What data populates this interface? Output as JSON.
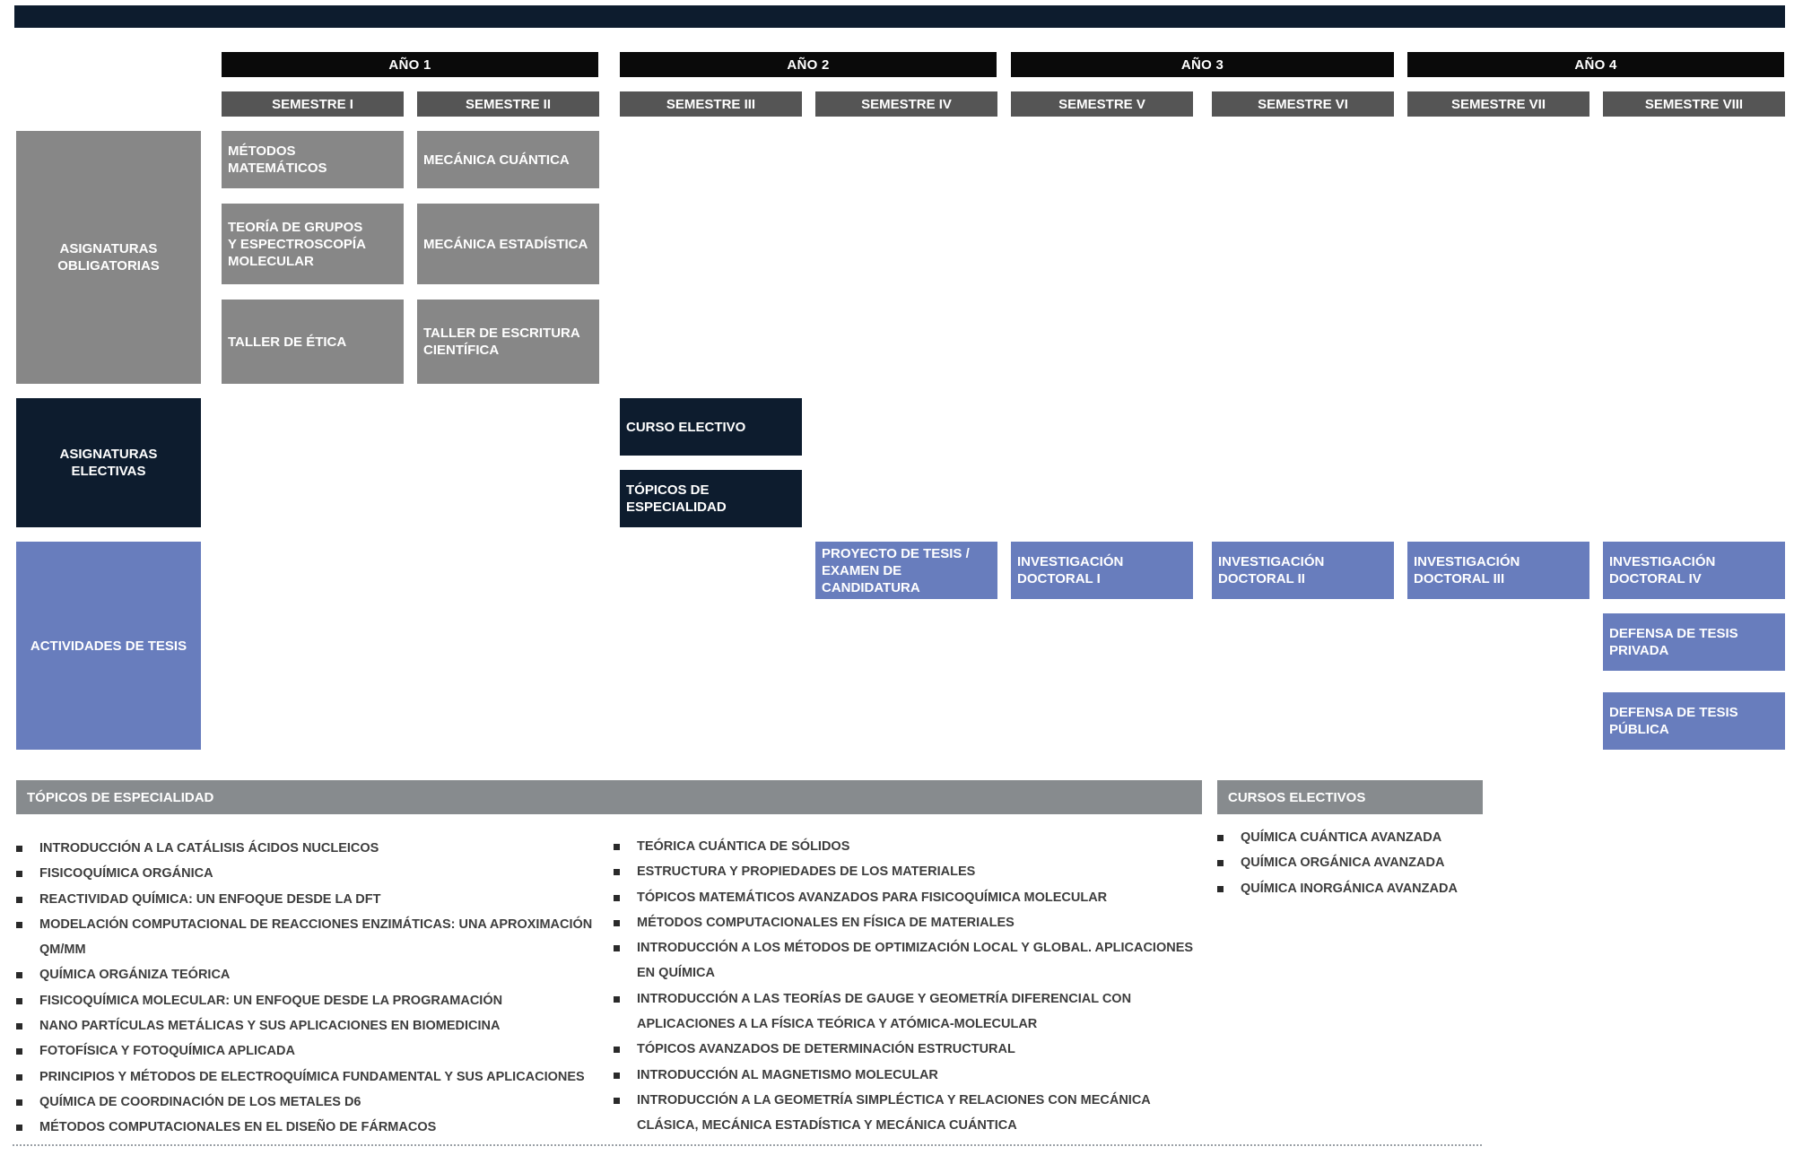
{
  "years": [
    "AÑO 1",
    "AÑO 2",
    "AÑO 3",
    "AÑO 4"
  ],
  "semesters": [
    "SEMESTRE I",
    "SEMESTRE II",
    "SEMESTRE III",
    "SEMESTRE IV",
    "SEMESTRE V",
    "SEMESTRE VI",
    "SEMESTRE VII",
    "SEMESTRE VIII"
  ],
  "row_labels": {
    "obligatorias": "ASIGNATURAS\nOBLIGATORIAS",
    "electivas": "ASIGNATURAS ELECTIVAS",
    "tesis": "ACTIVIDADES DE TESIS"
  },
  "obligatorias": {
    "sem1": [
      "MÉTODOS MATEMÁTICOS",
      "TEORÍA DE GRUPOS\nY ESPECTROSCOPÍA\nMOLECULAR",
      "TALLER DE ÉTICA"
    ],
    "sem2": [
      "MECÁNICA CUÁNTICA",
      "MECÁNICA ESTADÍSTICA",
      "TALLER DE ESCRITURA\nCIENTÍFICA"
    ]
  },
  "electivas": {
    "sem3": [
      "CURSO ELECTIVO",
      "TÓPICOS DE ESPECIALIDAD"
    ]
  },
  "tesis": {
    "sem4": "PROYECTO DE TESIS /\nEXAMEN DE CANDIDATURA",
    "sem5": "INVESTIGACIÓN\nDOCTORAL I",
    "sem6": "INVESTIGACIÓN\nDOCTORAL II",
    "sem7": "INVESTIGACIÓN\nDOCTORAL III",
    "sem8": [
      "INVESTIGACIÓN\nDOCTORAL IV",
      "DEFENSA DE TESIS\nPRIVADA",
      "DEFENSA DE TESIS\nPÚBLICA"
    ]
  },
  "topicos": {
    "title": "TÓPICOS DE ESPECIALIDAD",
    "col1": [
      "INTRODUCCIÓN A LA CATÁLISIS ÁCIDOS NUCLEICOS",
      "FISICOQUÍMICA ORGÁNICA",
      "REACTIVIDAD QUÍMICA: UN ENFOQUE DESDE LA DFT",
      "MODELACIÓN COMPUTACIONAL DE REACCIONES ENZIMÁTICAS: UNA APROXIMACIÓN QM/MM",
      "QUÍMICA ORGÁNIZA TEÓRICA",
      "FISICOQUÍMICA MOLECULAR: UN ENFOQUE DESDE LA PROGRAMACIÓN",
      "NANO PARTÍCULAS METÁLICAS Y SUS APLICACIONES EN BIOMEDICINA",
      "FOTOFÍSICA Y FOTOQUÍMICA APLICADA",
      "PRINCIPIOS Y MÉTODOS DE ELECTROQUÍMICA FUNDAMENTAL Y SUS APLICACIONES",
      "QUÍMICA DE COORDINACIÓN DE LOS METALES D6",
      "MÉTODOS COMPUTACIONALES EN EL DISEÑO DE FÁRMACOS"
    ],
    "col2": [
      "TEÓRICA CUÁNTICA DE SÓLIDOS",
      "ESTRUCTURA Y PROPIEDADES DE LOS MATERIALES",
      "TÓPICOS MATEMÁTICOS AVANZADOS PARA FISICOQUÍMICA MOLECULAR",
      "MÉTODOS COMPUTACIONALES EN FÍSICA DE MATERIALES",
      "INTRODUCCIÓN A LOS MÉTODOS DE OPTIMIZACIÓN LOCAL Y GLOBAL. APLICACIONES EN QUÍMICA",
      "INTRODUCCIÓN A LAS TEORÍAS DE GAUGE Y GEOMETRÍA DIFERENCIAL CON APLICACIONES A LA FÍSICA TEÓRICA Y ATÓMICA-MOLECULAR",
      "TÓPICOS AVANZADOS DE DETERMINACIÓN ESTRUCTURAL",
      "INTRODUCCIÓN AL MAGNETISMO MOLECULAR",
      "INTRODUCCIÓN A LA GEOMETRÍA SIMPLÉCTICA Y RELACIONES CON MECÁNICA CLÁSICA, MECÁNICA ESTADÍSTICA Y MECÁNICA CUÁNTICA"
    ]
  },
  "cursos_electivos": {
    "title": "CURSOS ELECTIVOS",
    "items": [
      "QUÍMICA CUÁNTICA AVANZADA",
      "QUÍMICA ORGÁNICA AVANZADA",
      "QUÍMICA INORGÁNICA AVANZADA"
    ]
  },
  "colors": {
    "navy": "#0d1c2e",
    "gray": "#878787",
    "semester_gray": "#555555",
    "blue": "#687dbd",
    "section_gray": "#878b8e"
  }
}
